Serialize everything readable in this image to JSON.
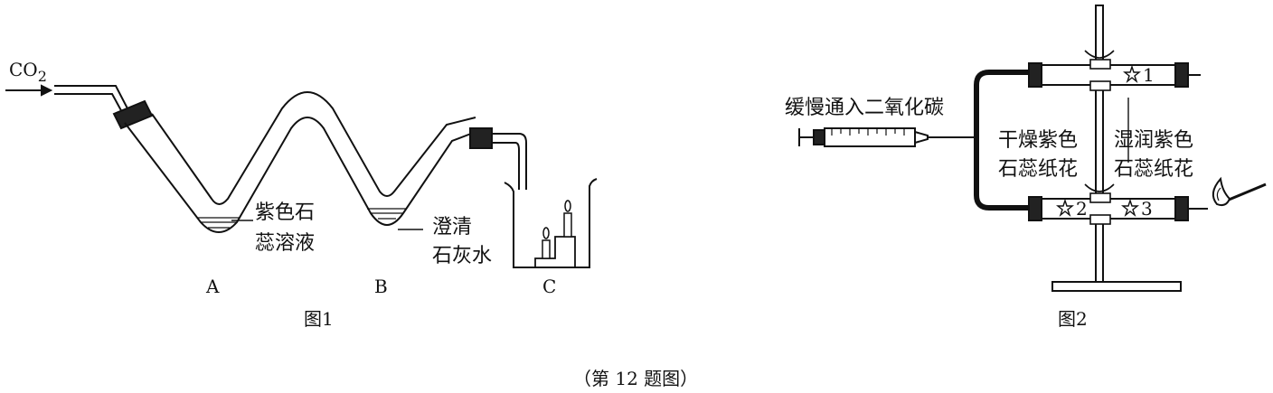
{
  "figure1": {
    "gas_label": "CO",
    "gas_subscript": "2",
    "label_A_line1": "紫色石",
    "label_A_line2": "蕊溶液",
    "label_B_line1": "澄清",
    "label_B_line2": "石灰水",
    "letter_A": "A",
    "letter_B": "B",
    "letter_C": "C",
    "caption": "图1"
  },
  "figure2": {
    "syringe_label": "缓慢通入二氧化碳",
    "dry_label_line1": "干燥紫色",
    "dry_label_line2": "石蕊纸花",
    "wet_label_line1": "湿润紫色",
    "wet_label_line2": "石蕊纸花",
    "num1": "1",
    "num2": "2",
    "num3": "3",
    "caption": "图2"
  },
  "footer": {
    "caption": "（第 12 题图）"
  }
}
